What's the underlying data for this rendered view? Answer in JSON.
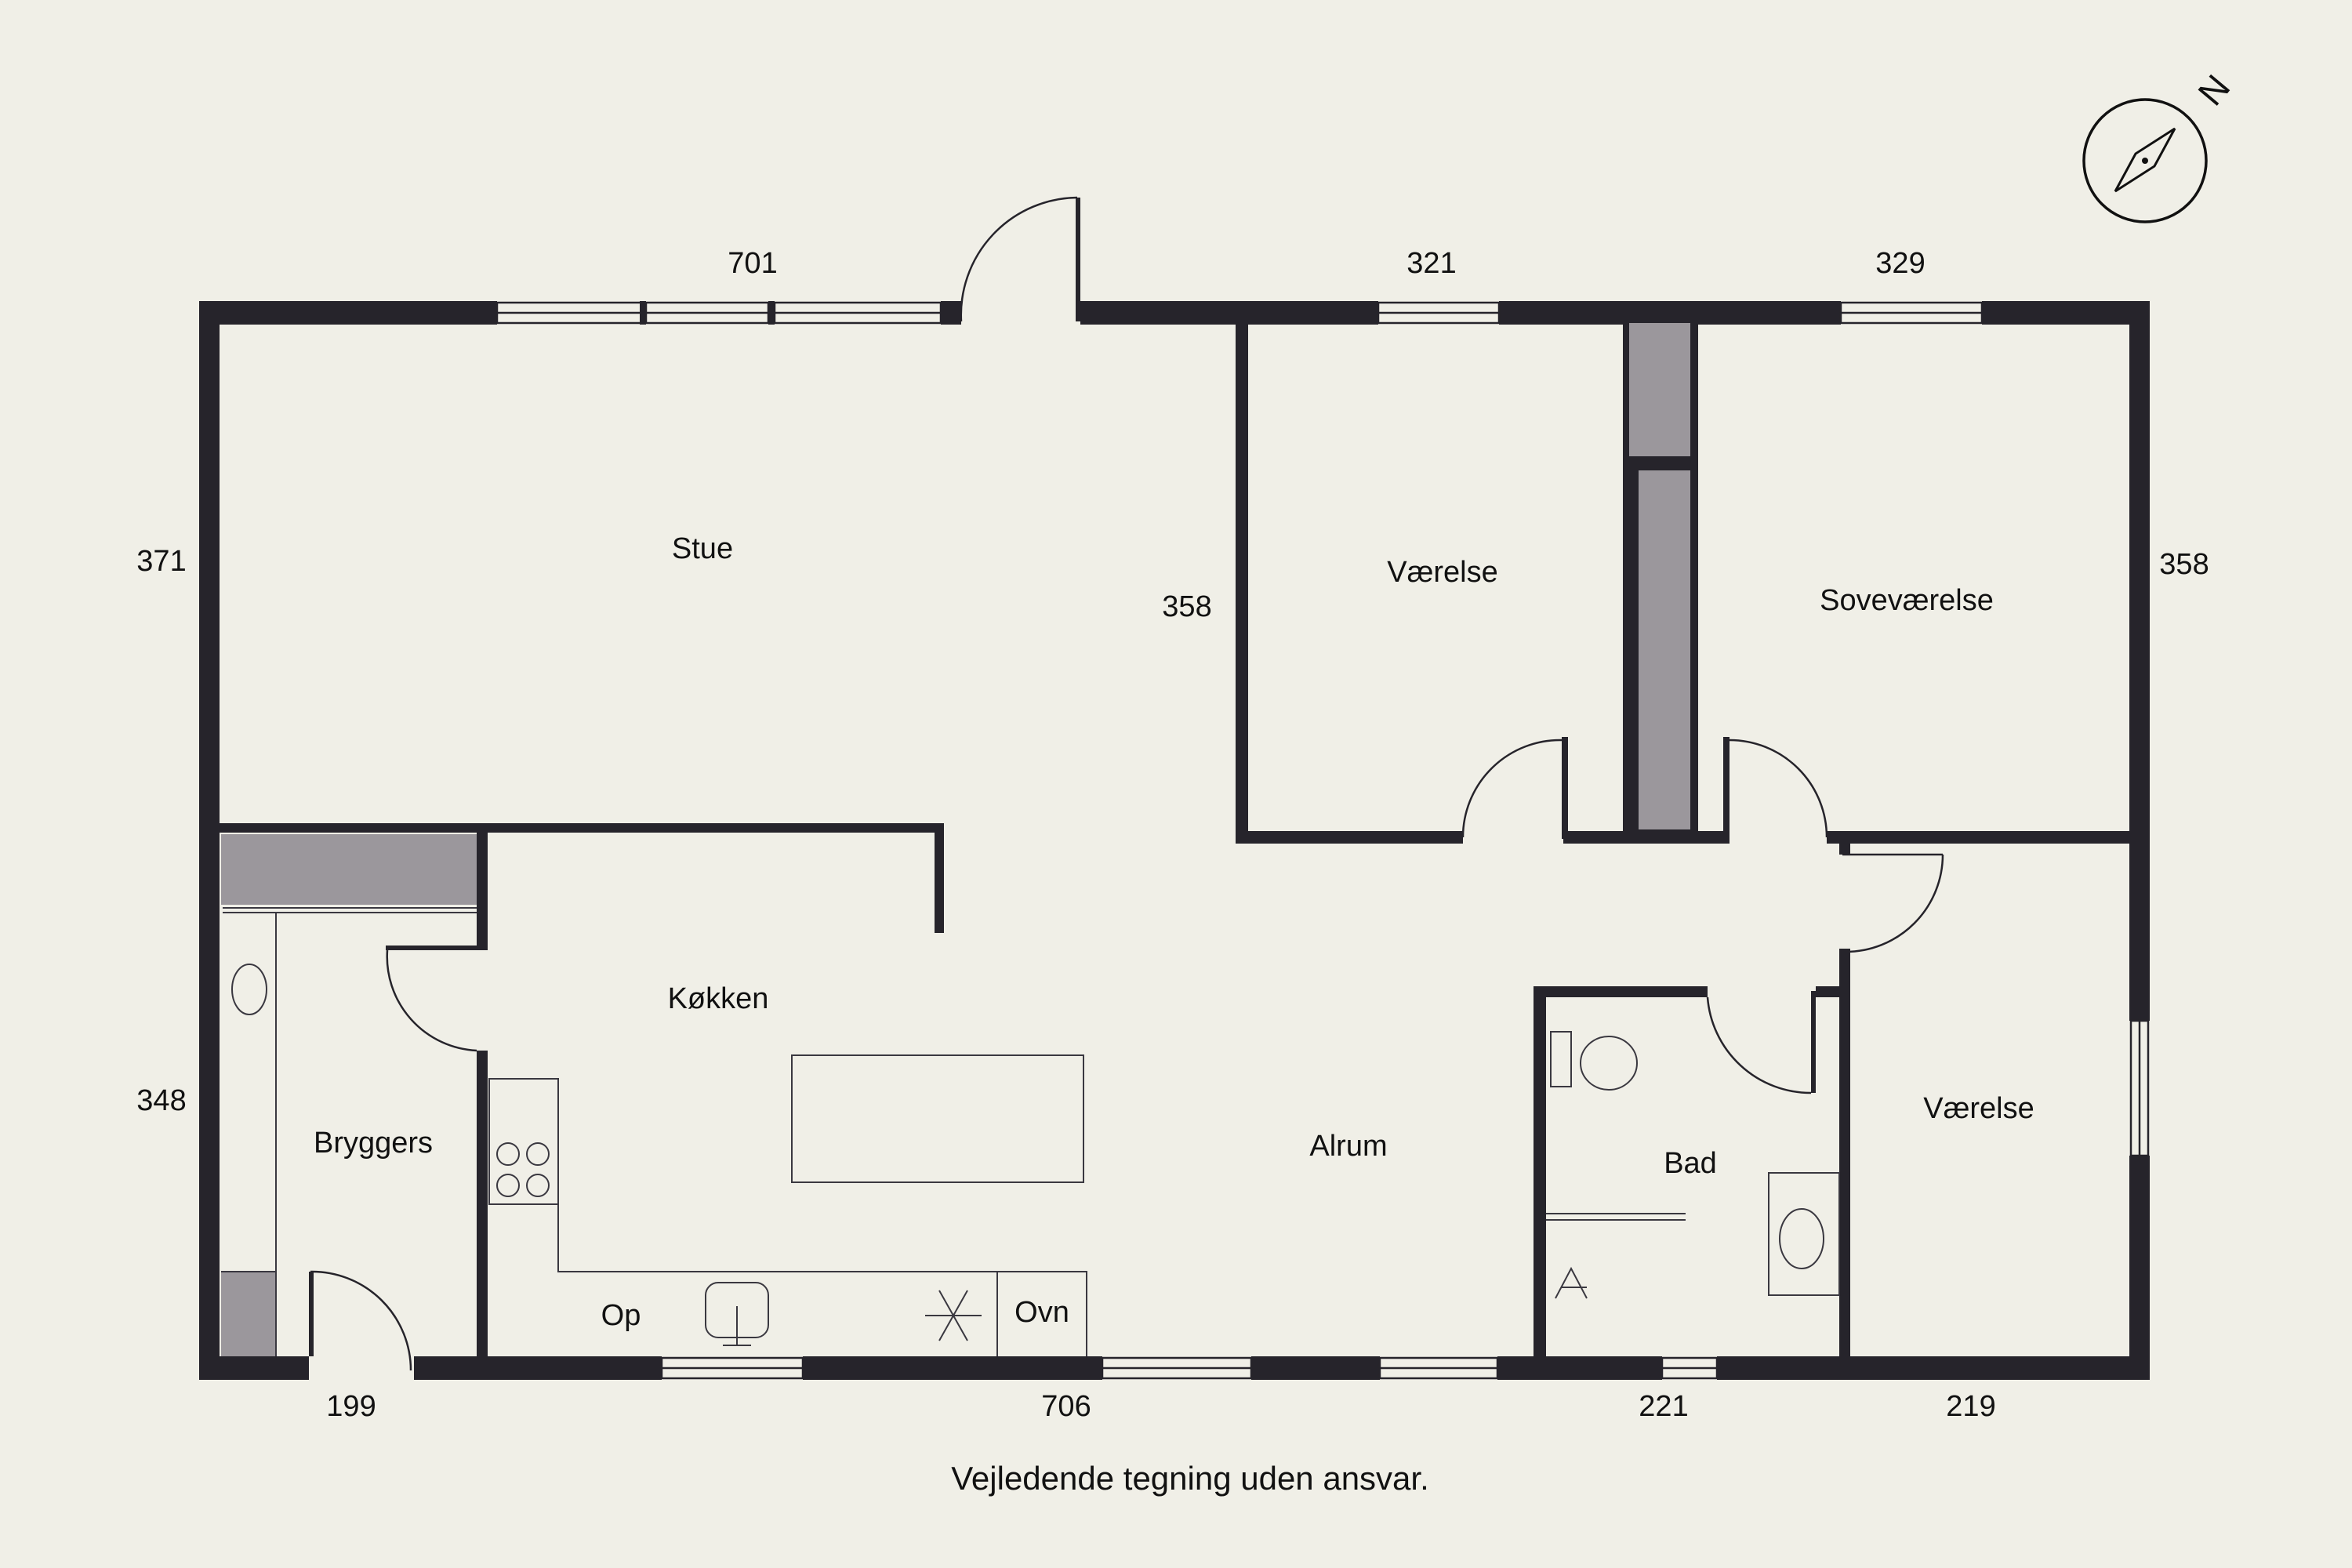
{
  "rooms": {
    "stue": "Stue",
    "vaerelse_1": "Værelse",
    "sovevaerelse": "Soveværelse",
    "koekken": "Køkken",
    "bryggers": "Bryggers",
    "alrum": "Alrum",
    "bad": "Bad",
    "vaerelse_2": "Værelse"
  },
  "fixtures": {
    "op": "Op",
    "ovn": "Ovn"
  },
  "dimensions": {
    "top_1": "701",
    "top_2": "321",
    "top_3": "329",
    "left_upper": "371",
    "left_lower": "348",
    "inner_left": "358",
    "right": "358",
    "bottom_1": "199",
    "bottom_2": "706",
    "bottom_3": "221",
    "bottom_4": "219"
  },
  "compass": {
    "north_label": "N"
  },
  "disclaimer": "Vejledende tegning uden ansvar.",
  "colors": {
    "background": "#f0efe7",
    "wall": "#26242b",
    "chimney": "#9b979c"
  }
}
